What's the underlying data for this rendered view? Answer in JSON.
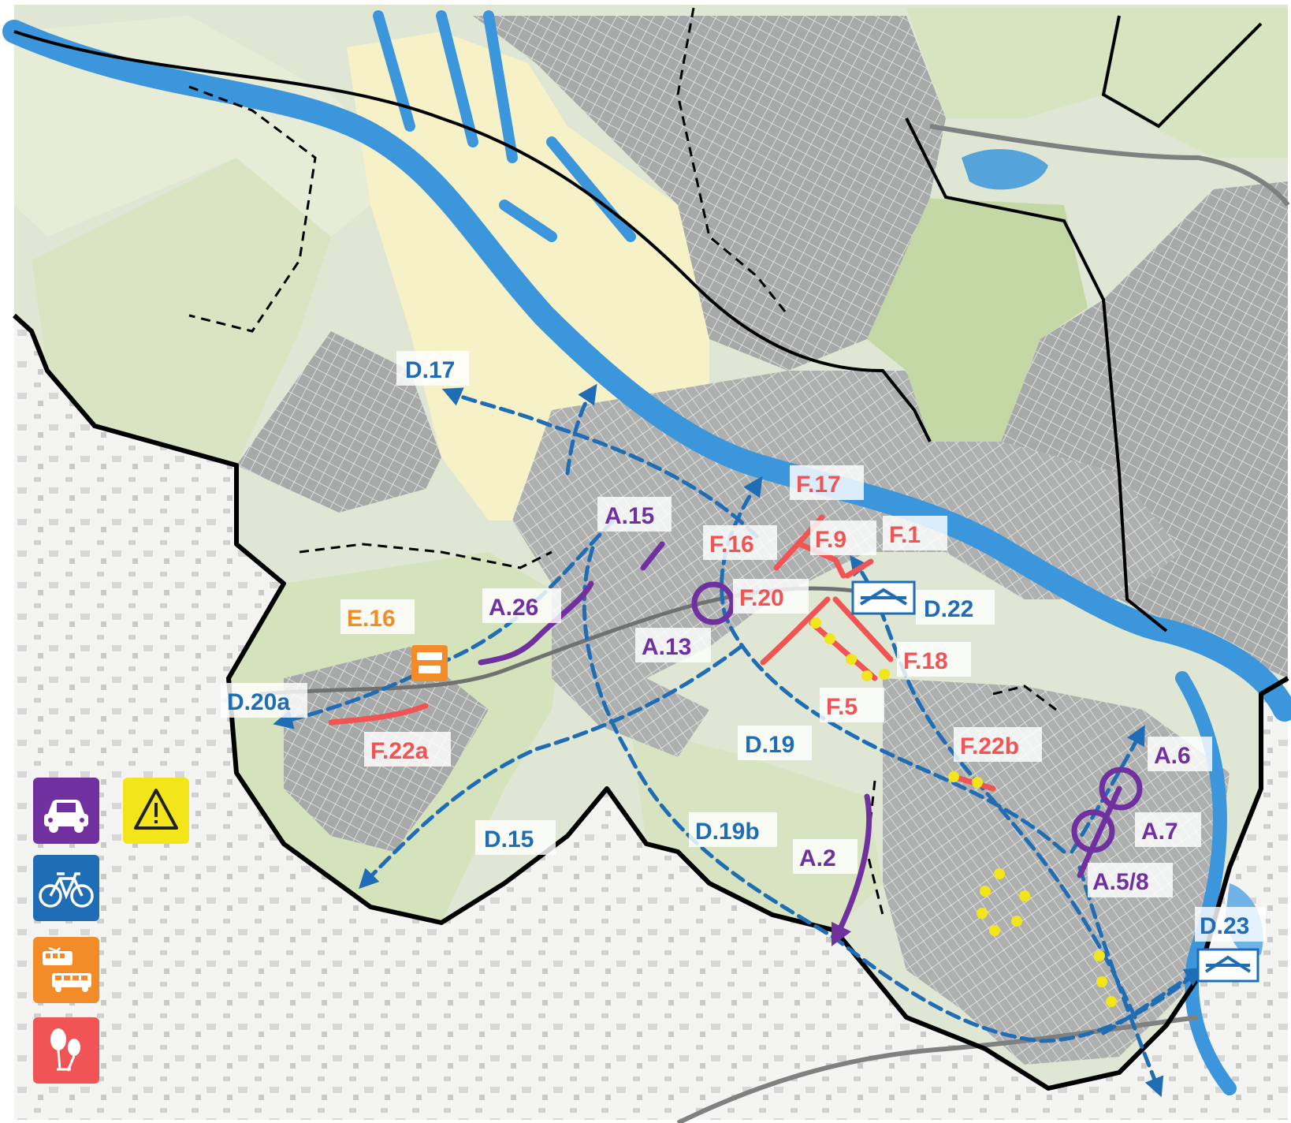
{
  "colors": {
    "land": "#f1f1ef",
    "urban": "#a9abaa",
    "urban_dark": "#8e9190",
    "green": "#dbe7c6",
    "green_dark": "#c3d7a4",
    "harbour": "#f7f2c4",
    "water": "#3c96db",
    "water_light": "#6fb3e6",
    "boundary": "#000000",
    "car": "#7030a0",
    "bike": "#1f6db5",
    "transit": "#f28c28",
    "walk": "#f05454",
    "hazard": "#f2e51a"
  },
  "labels": {
    "d17": "D.17",
    "d20a": "D.20a",
    "d15": "D.15",
    "d19": "D.19",
    "d19b": "D.19b",
    "d22": "D.22",
    "d23": "D.23",
    "a15": "A.15",
    "a26": "A.26",
    "a13": "A.13",
    "a2": "A.2",
    "a6": "A.6",
    "a7": "A.7",
    "a58": "A.5/8",
    "e16": "E.16",
    "f17": "F.17",
    "f16": "F.16",
    "f9": "F.9",
    "f1": "F.1",
    "f20": "F.20",
    "f18": "F.18",
    "f5": "F.5",
    "f22a": "F.22a",
    "f22b": "F.22b"
  },
  "legend": {
    "items": [
      {
        "icon": "car-icon",
        "category": "car"
      },
      {
        "icon": "bicycle-icon",
        "category": "bike"
      },
      {
        "icon": "tram-bus-icon",
        "category": "transit"
      },
      {
        "icon": "pedestrian-icon",
        "category": "walk"
      },
      {
        "icon": "warning-icon",
        "category": "hazard"
      }
    ]
  }
}
